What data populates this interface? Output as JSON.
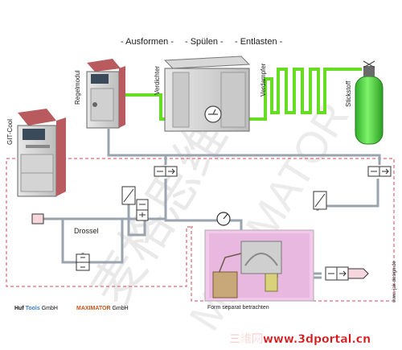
{
  "header": {
    "step1": "- Ausformen -",
    "step2": "- Spülen -",
    "step3": "- Entlasten -"
  },
  "labels": {
    "git_cool": "GIT-Cool",
    "regelmodul": "Regelmodul",
    "verdichter": "Verdichter",
    "verdampfer": "Verdampfer",
    "stickstoff": "Stickstoff",
    "drossel": "Drossel",
    "form_caption": "Form separat betrachten",
    "vertical_url": "www. jak-design.de"
  },
  "footer": {
    "company1_a": "Huf",
    "company1_b": "Tools",
    "company1_c": "GmbH",
    "company2_a": "MAXIMATOR",
    "company2_b": "GmbH",
    "site_logo": "三维网www.3dportal.cn"
  },
  "watermark": {
    "cjk": "麦格思维",
    "latin": "MAXIMATOR"
  },
  "colors": {
    "gas_line": "#66dd22",
    "pipe": "#9aa4ae",
    "boundary": "#d84a5a",
    "cabinet_red": "#b85a5e",
    "mold_pink": "#f2c9ea",
    "mold_wood": "#c8a878",
    "cylinder_green": "#4fd23a",
    "logo_red": "#d81418"
  }
}
